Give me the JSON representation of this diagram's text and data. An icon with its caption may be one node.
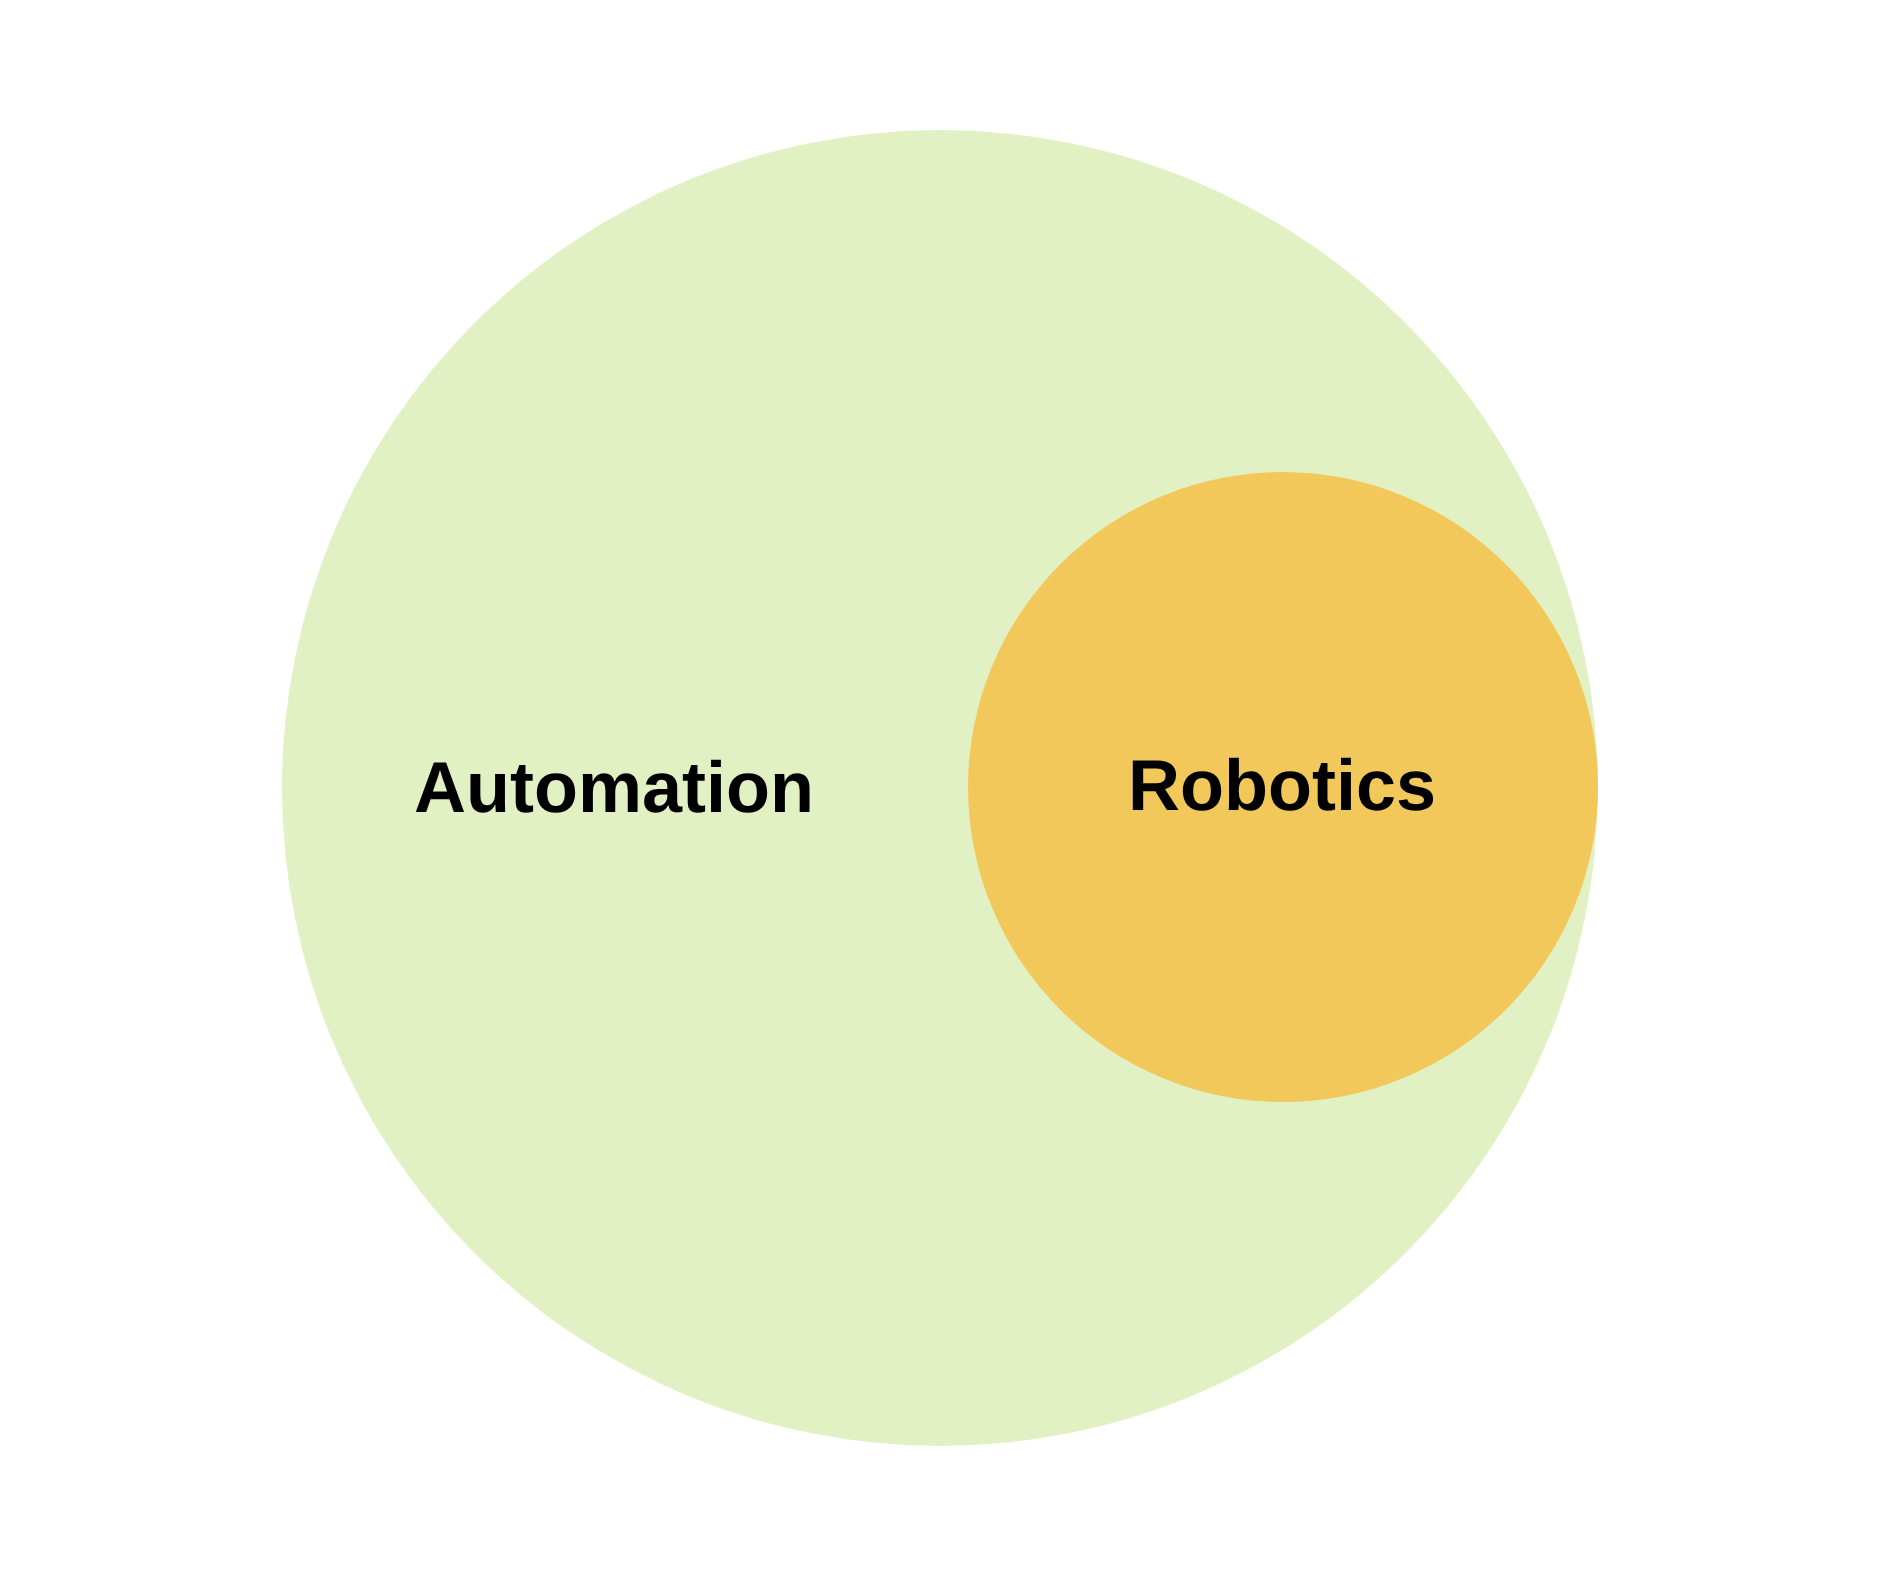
{
  "diagram": {
    "nodes": [
      {
        "text": [
          "Automation"
        ]
      },
      {
        "text": [
          "Robotics"
        ],
        "in": 0
      }
    ]
  }
}
